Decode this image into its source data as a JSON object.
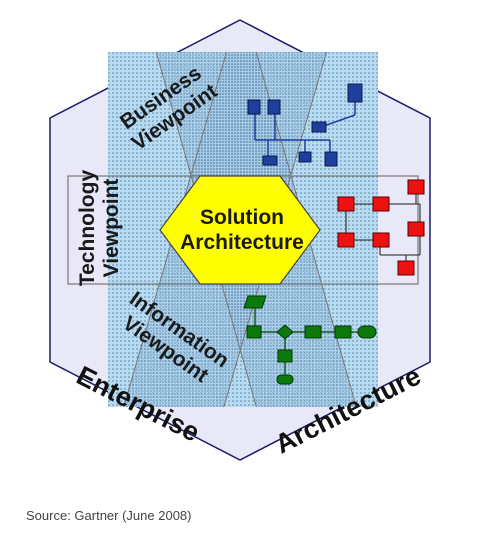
{
  "diagram": {
    "center_label_line1": "Solution",
    "center_label_line2": "Architecture",
    "business_viewpoint_line1": "Business",
    "business_viewpoint_line2": "Viewpoint",
    "technology_viewpoint_line1": "Technology",
    "technology_viewpoint_line2": "Viewpoint",
    "information_viewpoint_line1": "Information",
    "information_viewpoint_line2": "Viewpoint",
    "enterprise_label": "Enterprise",
    "architecture_label": "Architecture"
  },
  "source": "Source: Gartner (June 2008)",
  "colors": {
    "hexagon_fill": "#e8e8f8",
    "hexagon_stroke": "#1c1c6a",
    "band_fill": "#b6dcf2",
    "center_fill": "#ffff00",
    "process_node_red": "#ee1111",
    "flow_node_green": "#0b7a0b",
    "network_node_blue": "#1f3f9e"
  },
  "icons": [
    "network-diagram-icon",
    "process-flow-icon",
    "data-flow-icon"
  ]
}
